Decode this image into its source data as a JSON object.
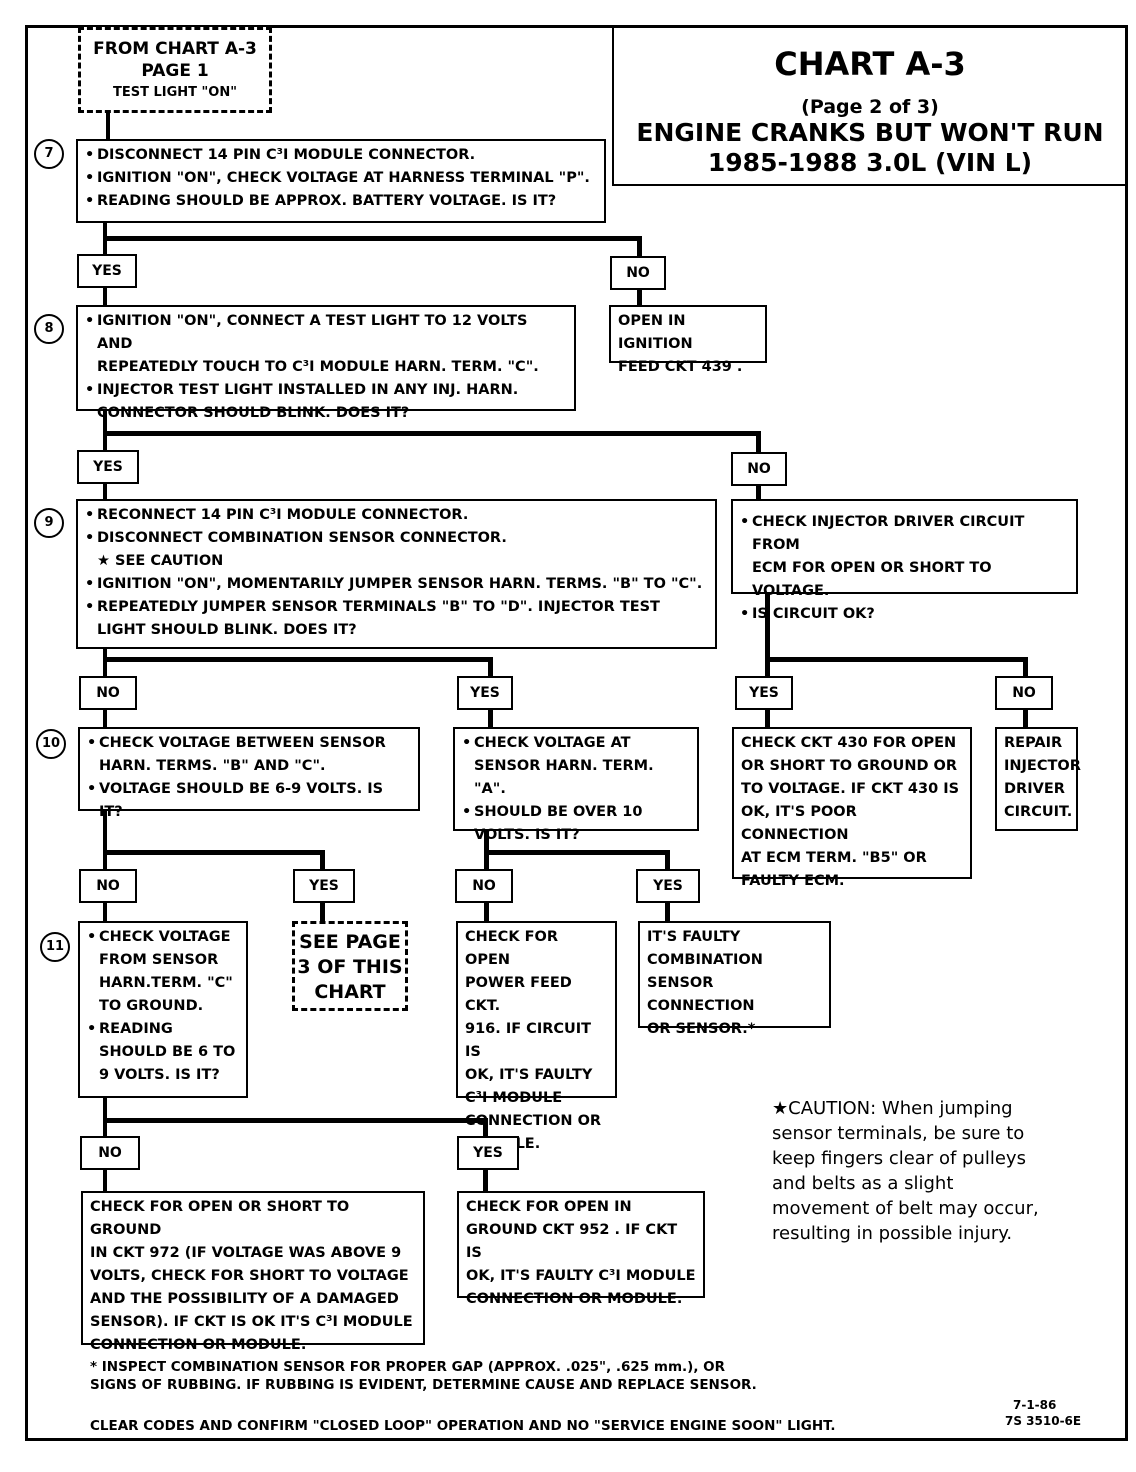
{
  "header": {
    "chart_title": "CHART A-3",
    "page_of": "(Page 2 of 3)",
    "subtitle_1": "ENGINE CRANKS BUT WON'T RUN",
    "subtitle_2": "1985-1988  3.0L  (VIN L)"
  },
  "start_box": {
    "line1": "FROM CHART A-3",
    "line2": "PAGE 1",
    "line3": "TEST LIGHT \"ON\""
  },
  "steps": {
    "s7": "7",
    "s8": "8",
    "s9": "9",
    "s10": "10",
    "s11": "11"
  },
  "box7": {
    "l1": "DISCONNECT 14 PIN C³I MODULE CONNECTOR.",
    "l2": "IGNITION \"ON\", CHECK VOLTAGE AT HARNESS TERMINAL  \"P\".",
    "l3": "READING SHOULD BE APPROX. BATTERY VOLTAGE.  IS IT?"
  },
  "box7_no": {
    "l1": "OPEN IN IGNITION",
    "l2": "FEED CKT 439 ."
  },
  "box8": {
    "l1": "IGNITION \"ON\", CONNECT A TEST LIGHT TO 12 VOLTS AND",
    "l2": "REPEATEDLY TOUCH TO C³I MODULE  HARN. TERM.  \"C\".",
    "l3": "INJECTOR TEST LIGHT INSTALLED IN ANY INJ. HARN.",
    "l4": "CONNECTOR  SHOULD BLINK.  DOES IT?"
  },
  "box8_no": {
    "l1": "CHECK INJECTOR DRIVER CIRCUIT  FROM",
    "l2": "ECM FOR OPEN OR SHORT TO VOLTAGE.",
    "l3": "IS CIRCUIT OK?"
  },
  "box9": {
    "l1": "RECONNECT 14 PIN C³I  MODULE CONNECTOR.",
    "l2": "DISCONNECT COMBINATION SENSOR CONNECTOR.",
    "l3": "★ SEE CAUTION",
    "l4": "IGNITION \"ON\", MOMENTARILY JUMPER SENSOR HARN. TERMS. \"B\" TO \"C\".",
    "l5": "REPEATEDLY JUMPER SENSOR TERMINALS \"B\" TO \"D\".  INJECTOR TEST",
    "l6": "LIGHT SHOULD BLINK.  DOES IT?"
  },
  "box10": {
    "l1": "CHECK VOLTAGE BETWEEN SENSOR",
    "l2": "HARN. TERMS. \"B\" AND \"C\".",
    "l3": "VOLTAGE SHOULD BE 6-9 VOLTS.  IS IT?"
  },
  "box9_yes": {
    "l1": "CHECK VOLTAGE AT",
    "l2": "SENSOR HARN. TERM. \"A\".",
    "l3": "SHOULD BE OVER 10",
    "l4": "VOLTS.  IS IT?"
  },
  "box_ckt430": {
    "l1": "CHECK CKT 430 FOR OPEN",
    "l2": "OR SHORT TO GROUND OR",
    "l3": "TO VOLTAGE.  IF CKT 430 IS",
    "l4": "OK, IT'S POOR CONNECTION",
    "l5": "AT ECM TERM. \"B5\" OR",
    "l6": "FAULTY ECM."
  },
  "box_repair": {
    "l1": "REPAIR",
    "l2": "INJECTOR",
    "l3": "DRIVER",
    "l4": "CIRCUIT."
  },
  "box11": {
    "l1": "CHECK VOLTAGE",
    "l2": "FROM SENSOR",
    "l3": "HARN.TERM. \"C\"",
    "l4": "TO GROUND.",
    "l5": "READING",
    "l6": "SHOULD BE 6 TO",
    "l7": "9 VOLTS.  IS IT?"
  },
  "see_page3": {
    "l1": "SEE PAGE",
    "l2": "3 OF THIS",
    "l3": "CHART"
  },
  "box_power916": {
    "l1": "CHECK FOR OPEN",
    "l2": "POWER FEED CKT.",
    "l3": "916.  IF CIRCUIT IS",
    "l4": "OK, IT'S FAULTY",
    "l5": "C³I MODULE",
    "l6": "CONNECTION OR",
    "l7": "MODULE."
  },
  "box_faulty_sensor": {
    "l1": "IT'S FAULTY",
    "l2": "COMBINATION",
    "l3": "SENSOR CONNECTION",
    "l4": "OR SENSOR.*"
  },
  "box_ckt972": {
    "l1": "CHECK FOR OPEN OR SHORT TO GROUND",
    "l2": "IN CKT 972 (IF VOLTAGE WAS ABOVE 9",
    "l3": "VOLTS, CHECK FOR SHORT TO VOLTAGE",
    "l4": "AND THE POSSIBILITY OF A DAMAGED",
    "l5": "SENSOR).  IF CKT IS OK IT'S  C³I MODULE",
    "l6": "CONNECTION OR MODULE."
  },
  "box_ckt952": {
    "l1": "CHECK FOR OPEN IN",
    "l2": "GROUND CKT 952 .  IF CKT IS",
    "l3": "OK, IT'S FAULTY C³I MODULE",
    "l4": "CONNECTION OR MODULE."
  },
  "labels": {
    "yes": "YES",
    "no": "NO"
  },
  "caution": {
    "l1": "★CAUTION:  When jumping",
    "l2": "sensor terminals, be sure to",
    "l3": "keep fingers clear of pulleys",
    "l4": "and belts as a slight",
    "l5": "movement of belt may occur,",
    "l6": "resulting in possible injury."
  },
  "footer": {
    "note1": "*   INSPECT COMBINATION SENSOR FOR PROPER GAP (APPROX.  .025\", .625 mm.), OR",
    "note2": "SIGNS OF RUBBING.  IF RUBBING IS EVIDENT, DETERMINE CAUSE AND REPLACE SENSOR.",
    "clear_codes": "CLEAR CODES AND CONFIRM \"CLOSED LOOP\"  OPERATION AND NO \"SERVICE ENGINE SOON\" LIGHT.",
    "date": "7-1-86",
    "code": "7S 3510-6E"
  }
}
